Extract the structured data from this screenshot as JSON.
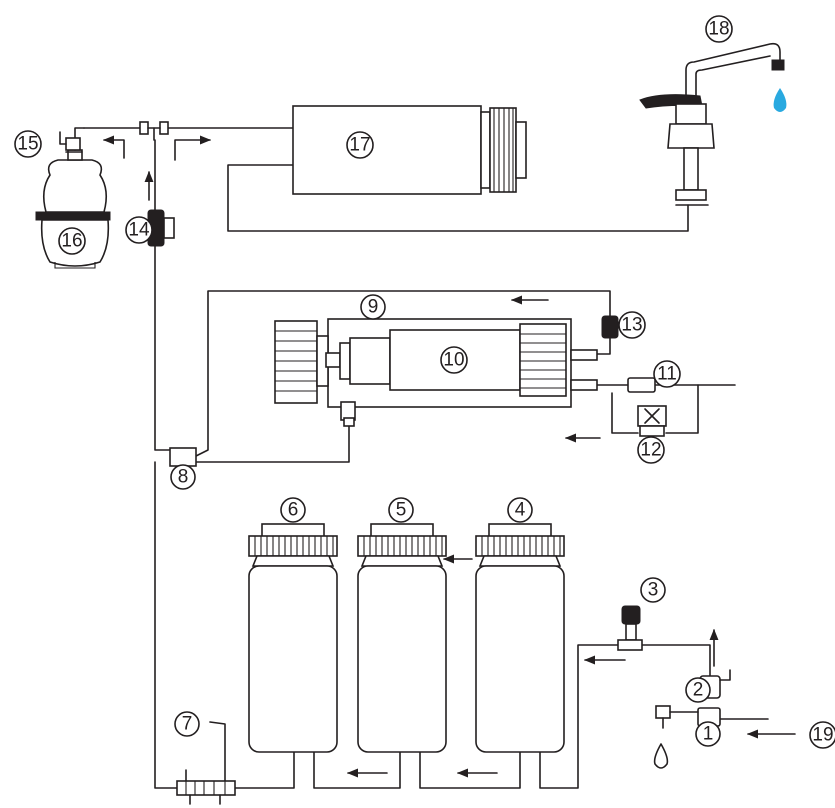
{
  "colors": {
    "line": "#231f20",
    "background": "#ffffff",
    "water_drop": "#29a9e0"
  },
  "labels": [
    "1",
    "2",
    "3",
    "4",
    "5",
    "6",
    "7",
    "8",
    "9",
    "10",
    "11",
    "12",
    "13",
    "14",
    "15",
    "16",
    "17",
    "18",
    "19"
  ]
}
